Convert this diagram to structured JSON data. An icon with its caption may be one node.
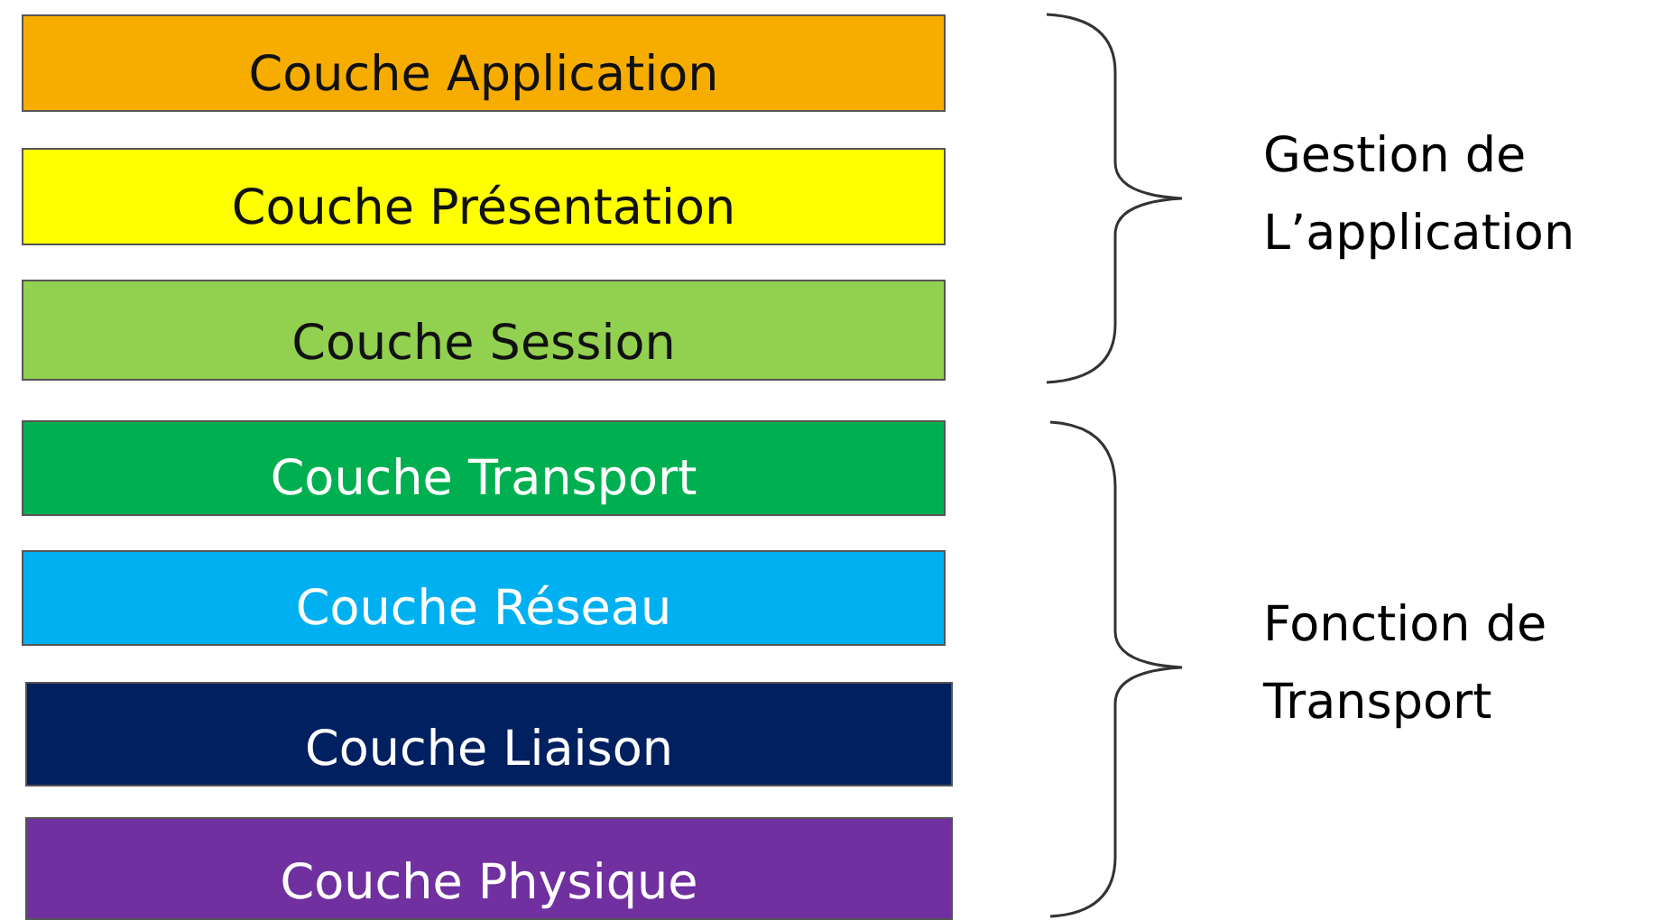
{
  "diagram": {
    "nodes": [
      {
        "text": [
          "Couche Application"
        ]
      },
      {
        "text": [
          "Couche Présentation"
        ]
      },
      {
        "text": [
          "Couche Session"
        ]
      },
      {
        "text": [
          "Couche Transport"
        ]
      },
      {
        "text": [
          "Couche Réseau"
        ]
      },
      {
        "text": [
          "Couche Liaison"
        ]
      },
      {
        "text": [
          "Couche Physique"
        ]
      }
    ],
    "edges": [],
    "labels": [
      "Gestion de L’application",
      "Fonction de Transport"
    ]
  }
}
